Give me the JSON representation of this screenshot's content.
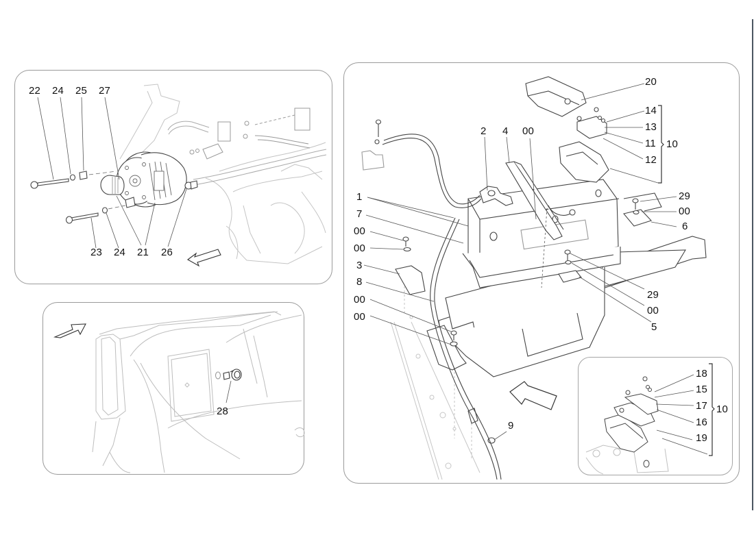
{
  "diagram": {
    "subject": "Battery and alternator electrical components exploded view",
    "panels": [
      {
        "id": "alternator",
        "callouts": [
          "22",
          "24",
          "25",
          "27",
          "23",
          "24",
          "21",
          "26"
        ]
      },
      {
        "id": "socket",
        "callouts": [
          "28"
        ]
      },
      {
        "id": "battery",
        "callouts": [
          "20",
          "14",
          "13",
          "11",
          "12",
          "10",
          "2",
          "4",
          "00",
          "1",
          "7",
          "00",
          "00",
          "3",
          "8",
          "00",
          "00",
          "29",
          "00",
          "6",
          "29",
          "00",
          "5",
          "9"
        ]
      },
      {
        "id": "fuse-box-inset",
        "callouts": [
          "18",
          "15",
          "17",
          "16",
          "19",
          "10"
        ]
      }
    ]
  },
  "alternator": {
    "labels": {
      "l22": "22",
      "l24a": "24",
      "l25": "25",
      "l27": "27",
      "l23": "23",
      "l24b": "24",
      "l21": "21",
      "l26": "26"
    }
  },
  "socket": {
    "labels": {
      "l28": "28"
    }
  },
  "battery": {
    "labels": {
      "l20": "20",
      "l14": "14",
      "l13": "13",
      "l11": "11",
      "l12": "12",
      "l10": "10",
      "l2": "2",
      "l4": "4",
      "l00top": "00",
      "l1": "1",
      "l7": "7",
      "l00a": "00",
      "l00b": "00",
      "l3": "3",
      "l8": "8",
      "l00c": "00",
      "l00d": "00",
      "l29a": "29",
      "l00e": "00",
      "l6": "6",
      "l29b": "29",
      "l00f": "00",
      "l5": "5",
      "l9": "9"
    }
  },
  "inset": {
    "labels": {
      "l18": "18",
      "l15": "15",
      "l17": "17",
      "l16": "16",
      "l19": "19",
      "l10": "10"
    }
  },
  "colors": {
    "line": "#555555",
    "faint": "#b8b8b8",
    "text": "#111111",
    "border": "#9a9a9a"
  }
}
